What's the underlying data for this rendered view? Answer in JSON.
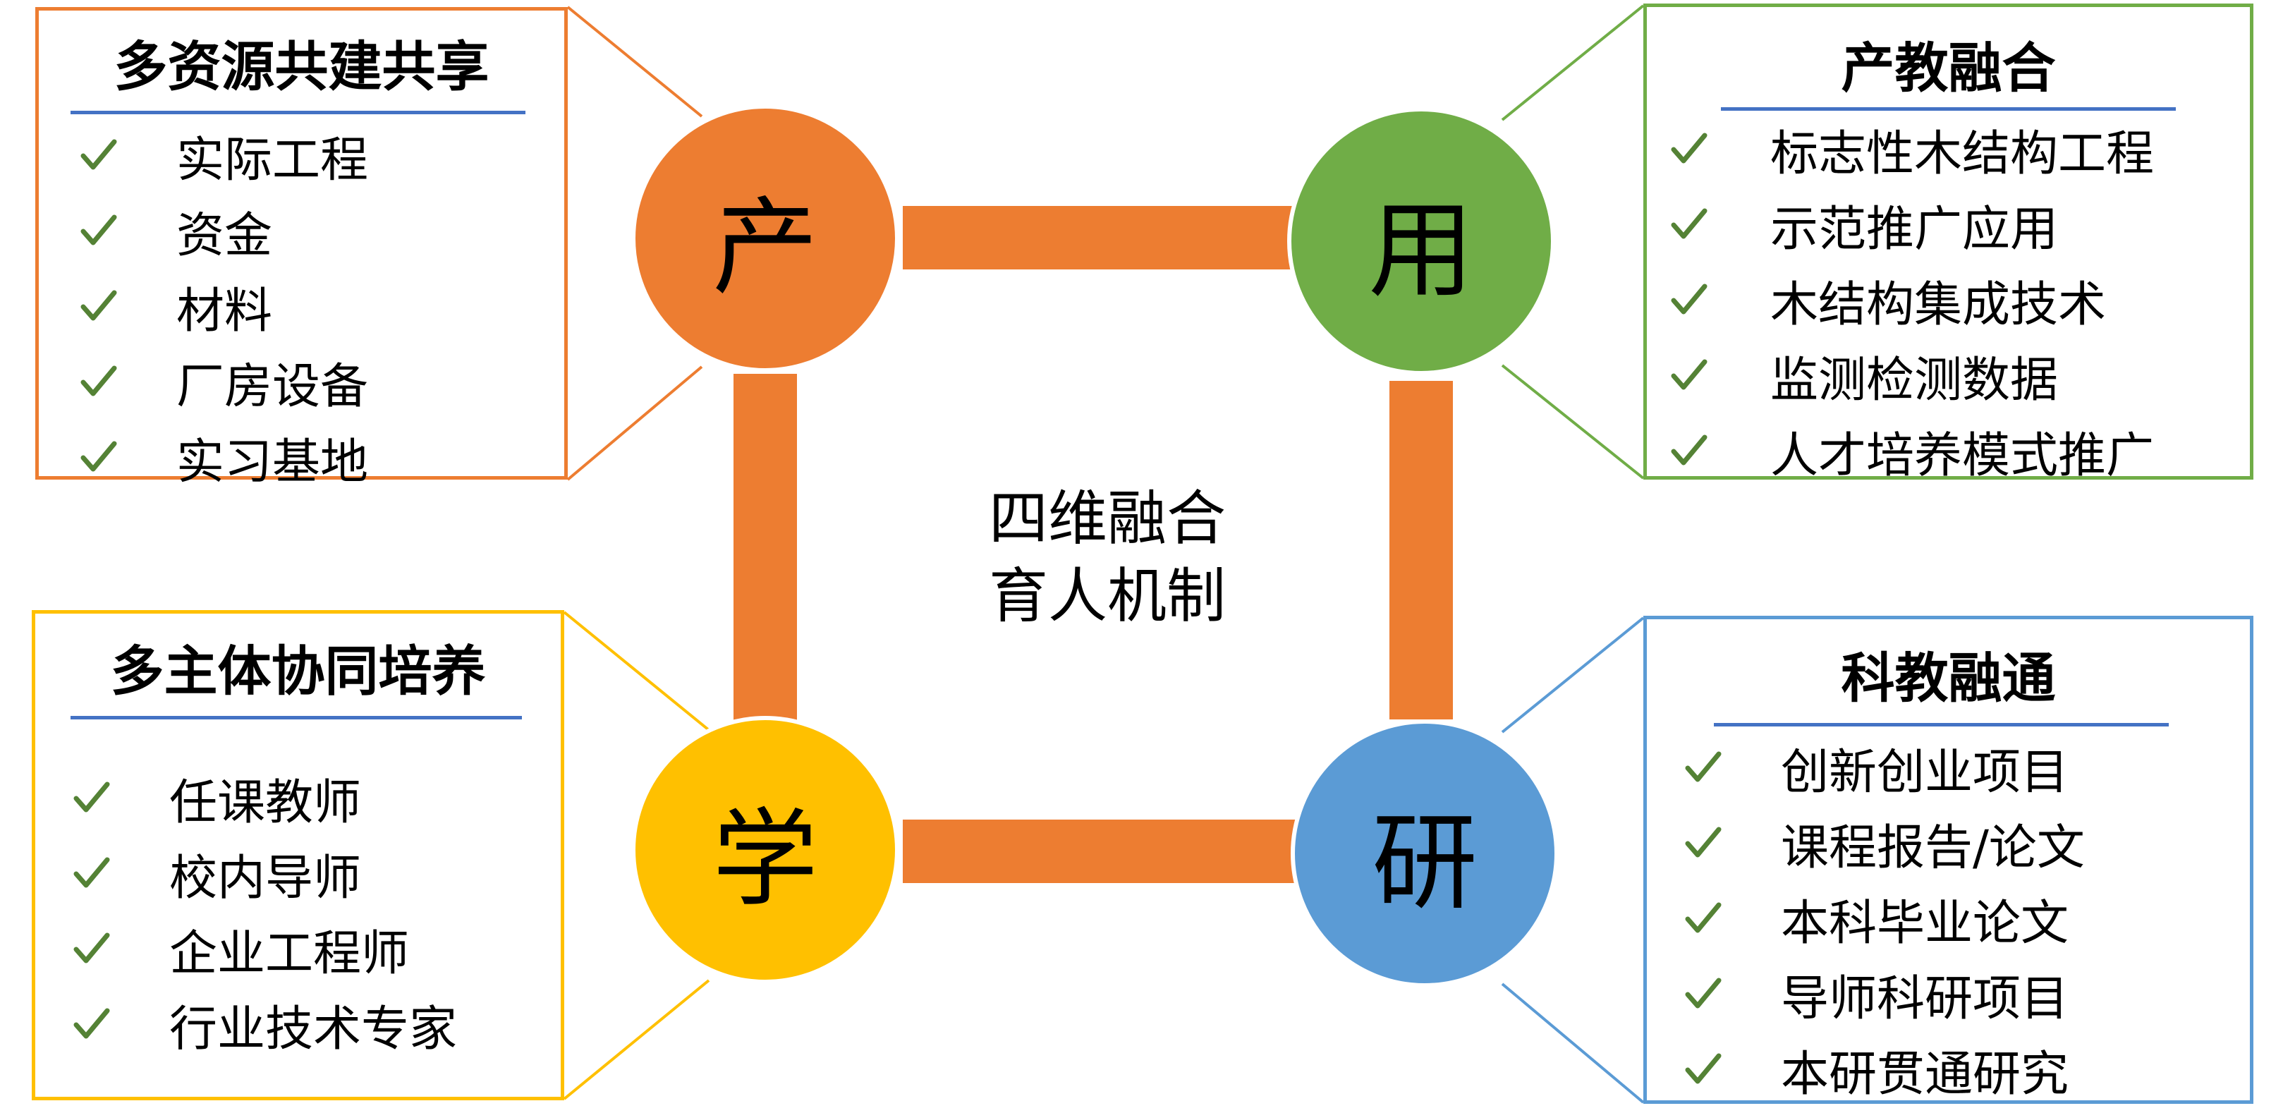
{
  "colors": {
    "orange": "#ED7D31",
    "green": "#70AD47",
    "yellow": "#FFC000",
    "blue": "#5B9BD5",
    "rule": "#4472C4",
    "check": "#548235"
  },
  "nodes": {
    "chan": "产",
    "yong": "用",
    "xue": "学",
    "yan": "研"
  },
  "center": {
    "line1": "四维融合",
    "line2": "育人机制"
  },
  "boxes": {
    "top_left": {
      "title": "多资源共建共享",
      "items": [
        "实际工程",
        "资金",
        "材料",
        "厂房设备",
        "实习基地"
      ]
    },
    "top_right": {
      "title": "产教融合",
      "items": [
        "标志性木结构工程",
        "示范推广应用",
        "木结构集成技术",
        "监测检测数据",
        "人才培养模式推广"
      ]
    },
    "bottom_left": {
      "title": "多主体协同培养",
      "items": [
        "任课教师",
        "校内导师",
        "企业工程师",
        "行业技术专家"
      ]
    },
    "bottom_right": {
      "title": "科教融通",
      "items": [
        "创新创业项目",
        "课程报告/论文",
        "本科毕业论文",
        "导师科研项目",
        "本研贯通研究"
      ]
    }
  },
  "icons": {
    "list_marker": "check-icon"
  }
}
